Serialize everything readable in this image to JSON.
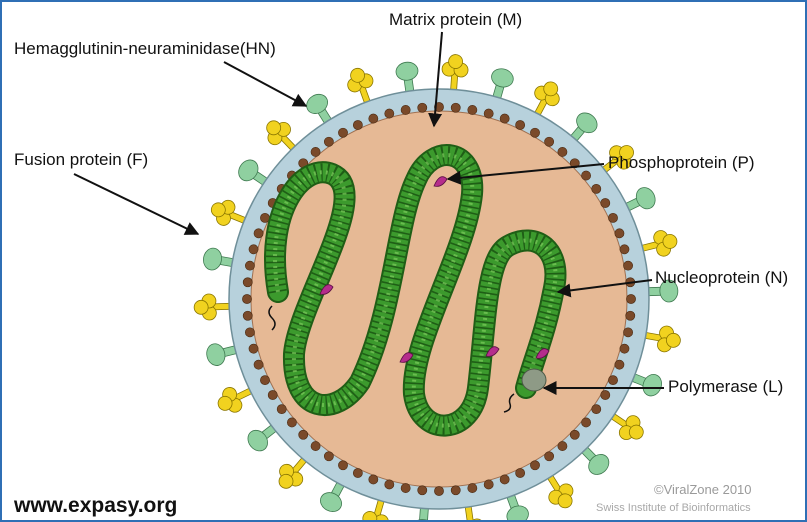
{
  "labels": {
    "matrix": "Matrix protein (M)",
    "hn": "Hemagglutinin-neuraminidase(HN)",
    "fusion": "Fusion protein (F)",
    "phospho": "Phosphoprotein (P)",
    "nucleo": "Nucleoprotein (N)",
    "polymerase": "Polymerase (L)"
  },
  "website": "www.expasy.org",
  "credit": {
    "line1": "©ViralZone 2010",
    "line2": "Swiss Institute of Bioinformatics"
  },
  "colors": {
    "envelope": "#b7d1dc",
    "interior": "#e6b995",
    "matrix": "#7a4a2a",
    "nucleocapsid": "#3c9a2d",
    "hn": "#f1d21f",
    "fusion": "#8fd0a0",
    "phosphoprotein": "#b52d8c",
    "polymerase": "#8e9a86",
    "border": "#2f6fb5"
  }
}
